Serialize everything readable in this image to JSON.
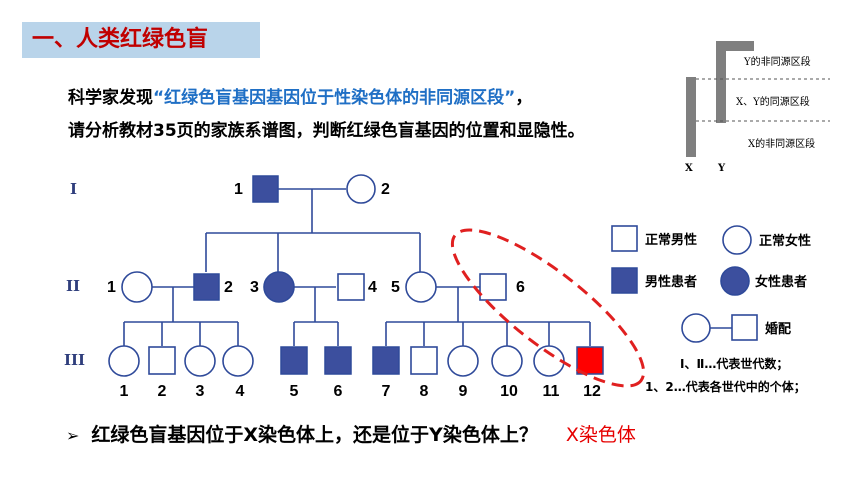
{
  "title": "一、人类红绿色盲",
  "intro": {
    "l1_pre": "科学家发现",
    "l1_quote": "“红绿色盲基因基因位于性染色体的非同源区段”",
    "l1_post": "，",
    "l2": "请分析教材35页的家族系谱图，判断红绿色盲基因的位置和显隐性。"
  },
  "chromosome": {
    "y_label": "Y的非同源区段",
    "xy_label": "X、Y的同源区段",
    "x_label": "X的非同源区段",
    "x_letter": "X",
    "y_letter": "Y"
  },
  "generations": {
    "g1": "I",
    "g2": "II",
    "g3": "III"
  },
  "pedigree_numbers": {
    "g1": [
      "1",
      "2"
    ],
    "g2": [
      "1",
      "2",
      "3",
      "4",
      "5",
      "6"
    ],
    "g3": [
      "1",
      "2",
      "3",
      "4",
      "5",
      "6",
      "7",
      "8",
      "9",
      "10",
      "11",
      "12"
    ]
  },
  "legend": {
    "normal_male": "正常男性",
    "normal_female": "正常女性",
    "affected_male": "男性患者",
    "affected_female": "女性患者",
    "marriage": "婚配",
    "note1": "Ⅰ、Ⅱ…代表世代数；",
    "note2": "1、2…代表各世代中的个体；"
  },
  "question": {
    "text": "红绿色盲基因位于X染色体上，还是位于Y染色体上？",
    "answer": "X染色体"
  },
  "colors": {
    "line": "#2f4a9a",
    "affected": "#3c4f9e",
    "highlight": "#ff0000",
    "accent": "#c00000",
    "quote": "#1f6fc5"
  }
}
